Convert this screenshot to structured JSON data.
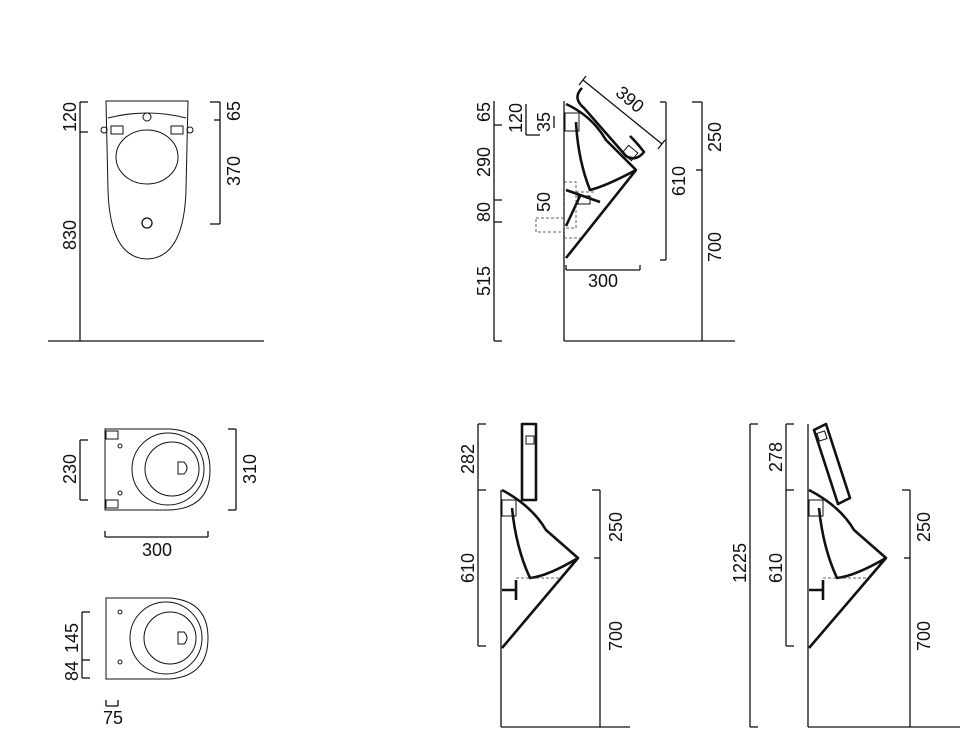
{
  "views": {
    "front": {
      "dims_left": [
        "120",
        "830"
      ],
      "dims_right": [
        "65",
        "370"
      ]
    },
    "side": {
      "dims_left": [
        "65",
        "290",
        "80",
        "515"
      ],
      "dims_inner": [
        "120",
        "35",
        "50"
      ],
      "dim_diag": "390",
      "dim_bottom": "300",
      "dim_mid": "610",
      "dims_right": [
        "250",
        "700"
      ]
    },
    "top": {
      "dim_left": "230",
      "dim_right": "310",
      "dim_bottom": "300"
    },
    "top_small": {
      "dims_left": [
        "145",
        "84"
      ],
      "dim_bottom": "75"
    },
    "side_lid_a": {
      "dims_left": [
        "282",
        "610"
      ],
      "dims_right": [
        "250",
        "700"
      ]
    },
    "side_lid_b": {
      "dims_left": [
        "278",
        "610",
        "1225"
      ],
      "dims_right": [
        "250",
        "700"
      ]
    }
  }
}
